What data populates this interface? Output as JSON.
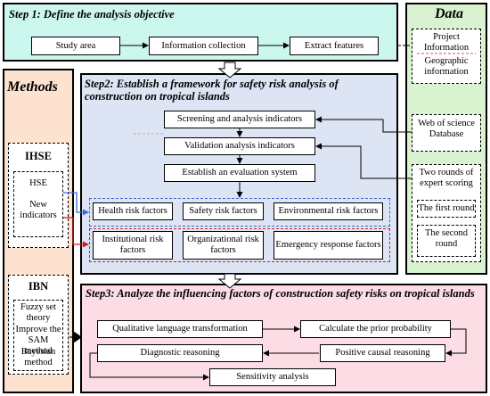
{
  "colors": {
    "step1_bg": "#ccf7ee",
    "data_bg": "#d9f2d0",
    "methods_bg": "#fde3cf",
    "step2_bg": "#dde5f4",
    "step3_bg": "#fcdce5",
    "arrow_red": "#cc1f1f",
    "arrow_blue": "#3b6bd6"
  },
  "step1": {
    "title": "Step 1: Define the analysis objective",
    "boxes": [
      "Study area",
      "Information collection",
      "Extract features"
    ]
  },
  "data_panel": {
    "title": "Data",
    "project_info": "Project Information",
    "geo_info": "Geographic information",
    "wos": "Web of science Database",
    "expert": "Two rounds of expert scoring",
    "round1": "The first round",
    "round2": "The second round"
  },
  "methods_panel": {
    "title": "Methods",
    "ihse": {
      "title": "IHSE",
      "hse": "HSE",
      "new": "New indicators"
    },
    "ibn": {
      "title": "IBN",
      "fuzzy": "Fuzzy set theory",
      "sam": "Improve the SAM method",
      "bayes": "Bayesian method"
    }
  },
  "step2": {
    "title": "Step2: Establish a framework for safety risk analysis of construction on tropical islands",
    "screening": "Screening and analysis indicators",
    "validation": "Validation analysis indicators",
    "establish": "Establish an evaluation system",
    "row1": [
      "Health risk factors",
      "Safety risk factors",
      "Environmental risk factors"
    ],
    "row2": [
      "Institutional risk factors",
      "Organizational risk factors",
      "Emergency response factors"
    ]
  },
  "step3": {
    "title": "Step3: Analyze the influencing factors of construction safety risks on tropical islands",
    "qual": "Qualitative language transformation",
    "prior": "Calculate the prior probability",
    "positive": "Positive causal reasoning",
    "diagnostic": "Diagnostic reasoning",
    "sensitivity": "Sensitivity analysis"
  }
}
